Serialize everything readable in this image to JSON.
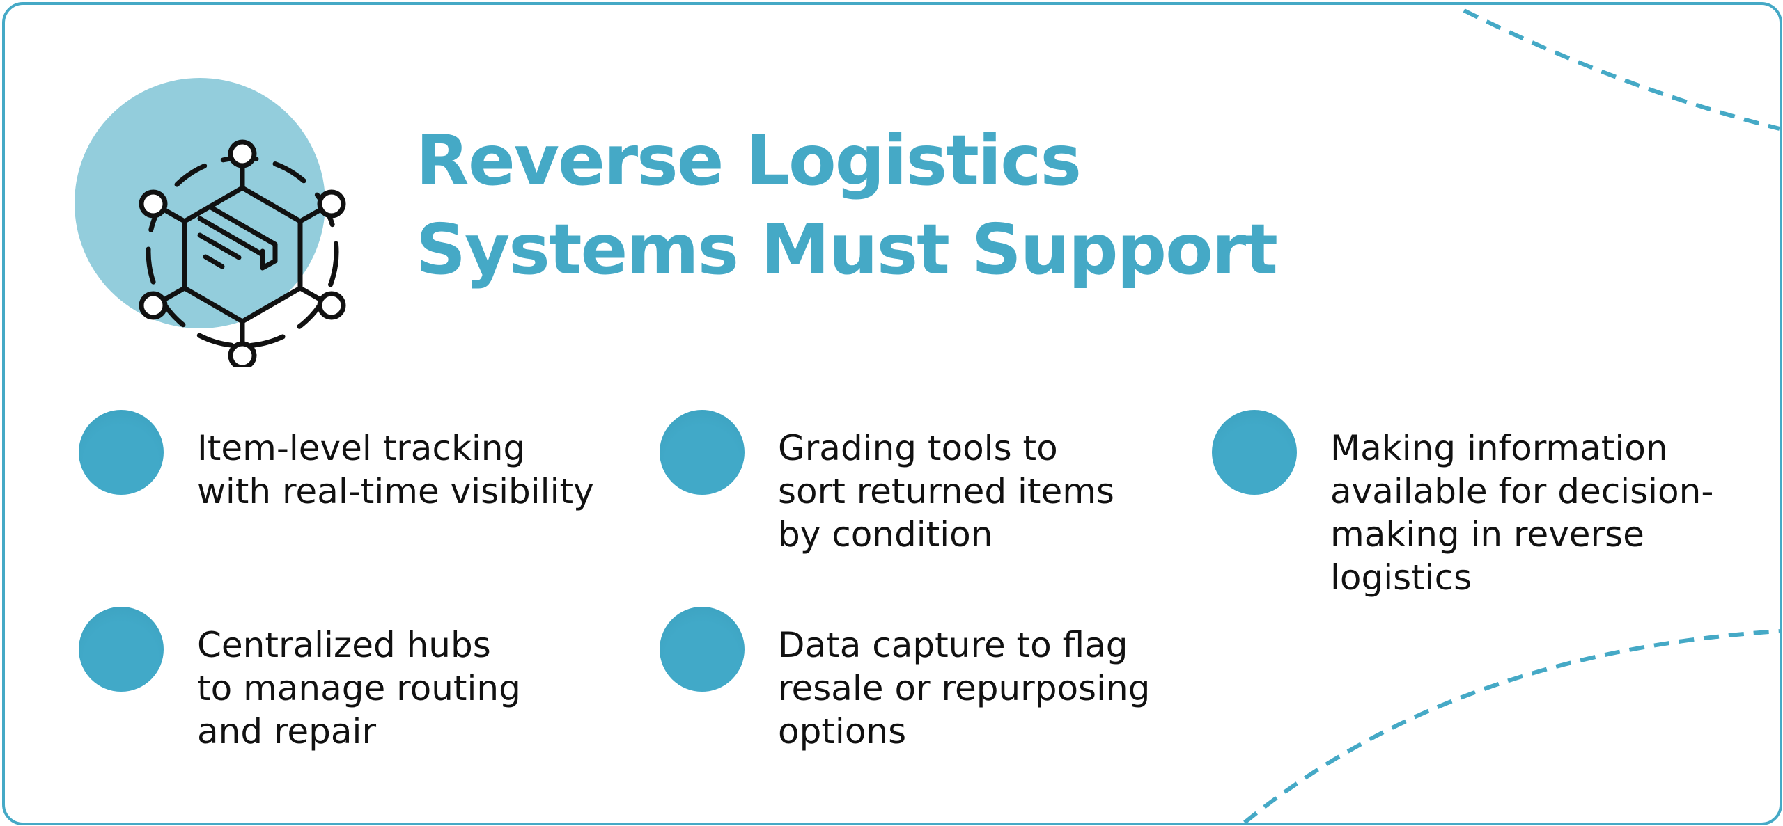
{
  "title": {
    "line1": "Reverse Logistics",
    "line2": "Systems Must Support"
  },
  "items": [
    {
      "text": "Item-level tracking\nwith real-time visibility"
    },
    {
      "text": "Grading tools to\nsort returned items\nby condition"
    },
    {
      "text": "Making information\navailable for decision-\nmaking in reverse\nlogistics"
    },
    {
      "text": "Centralized hubs\nto manage routing\nand repair"
    },
    {
      "text": "Data capture to flag\nresale or repurposing\noptions"
    }
  ],
  "icon": {
    "name": "network-box-icon"
  },
  "colors": {
    "accent": "#45a9c6",
    "icon_backdrop": "#93cddc",
    "bullet": "#41a9c8",
    "text": "#111111",
    "icon_stroke": "#111111"
  }
}
